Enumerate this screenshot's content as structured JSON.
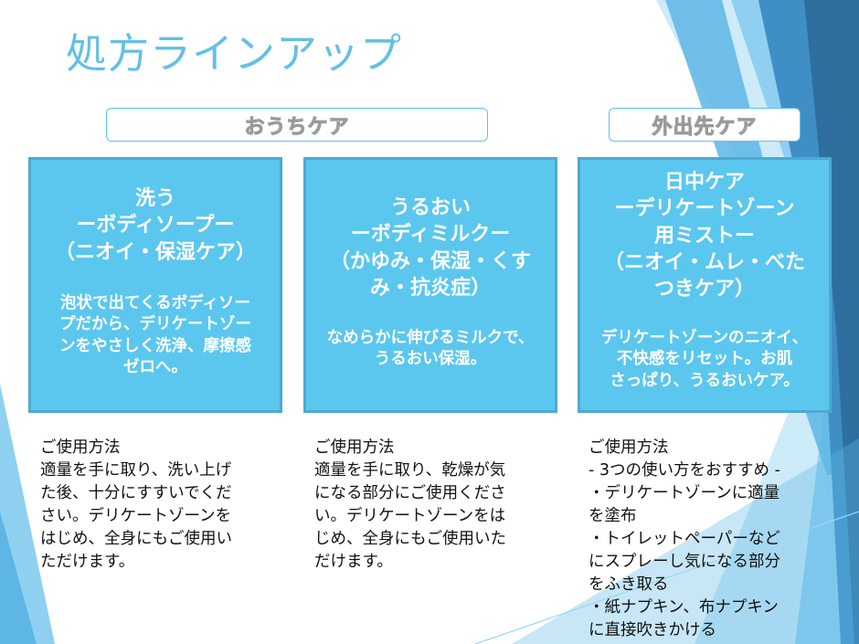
{
  "slide": {
    "title": "処方ラインアップ"
  },
  "sections": {
    "home_care": "おうちケア",
    "outing_care": "外出先ケア"
  },
  "products": [
    {
      "title_lines": [
        "洗う",
        "ーボディソープー",
        "（ニオイ・保湿ケア）"
      ],
      "desc_lines": [
        "泡状で出てくるボディソー",
        "プだから、デリケートゾー",
        "ンをやさしく洗浄、摩擦感",
        "ゼロへ。"
      ],
      "usage_heading": "ご使用方法",
      "usage_lines": [
        "適量を手に取り、洗い上げ",
        "た後、十分にすすいでくだ",
        "さい。デリケートゾーンを",
        "はじめ、全身にもご使用い",
        "ただけます。"
      ]
    },
    {
      "title_lines": [
        "うるおい",
        "ーボディミルクー",
        "（かゆみ・保湿・くす",
        "み・抗炎症）"
      ],
      "desc_lines": [
        "なめらかに伸びるミルクで、",
        "うるおい保湿。"
      ],
      "usage_heading": "ご使用方法",
      "usage_lines": [
        "適量を手に取り、乾燥が気",
        "になる部分にご使用くださ",
        "い。デリケートゾーンをは",
        "じめ、全身にもご使用いた",
        "だけます。"
      ]
    },
    {
      "title_lines": [
        "日中ケア",
        "ーデリケートゾーン",
        "用ミストー",
        "（ニオイ・ムレ・べた",
        "つきケア）"
      ],
      "desc_lines": [
        "デリケートゾーンのニオイ、",
        "不快感をリセット。お肌",
        "さっぱり、うるおいケア。"
      ],
      "usage_heading": "ご使用方法",
      "usage_lines": [
        "- 3つの使い方をおすすめ -",
        "・デリケートゾーンに適量",
        "を塗布",
        "・トイレットペーパーなど",
        "にスプレーし気になる部分",
        "をふき取る",
        "・紙ナプキン、布ナプキン",
        "に直接吹きかける"
      ]
    }
  ],
  "colors": {
    "title": "#64bfe6",
    "card_fill": "#5bc7ee",
    "card_border": "#4daad1",
    "header_border": "#5bc3ea",
    "deco_dark": "#2e6fa0",
    "deco_mid": "#3f8fc6",
    "deco_light": "#8fd0f0"
  }
}
